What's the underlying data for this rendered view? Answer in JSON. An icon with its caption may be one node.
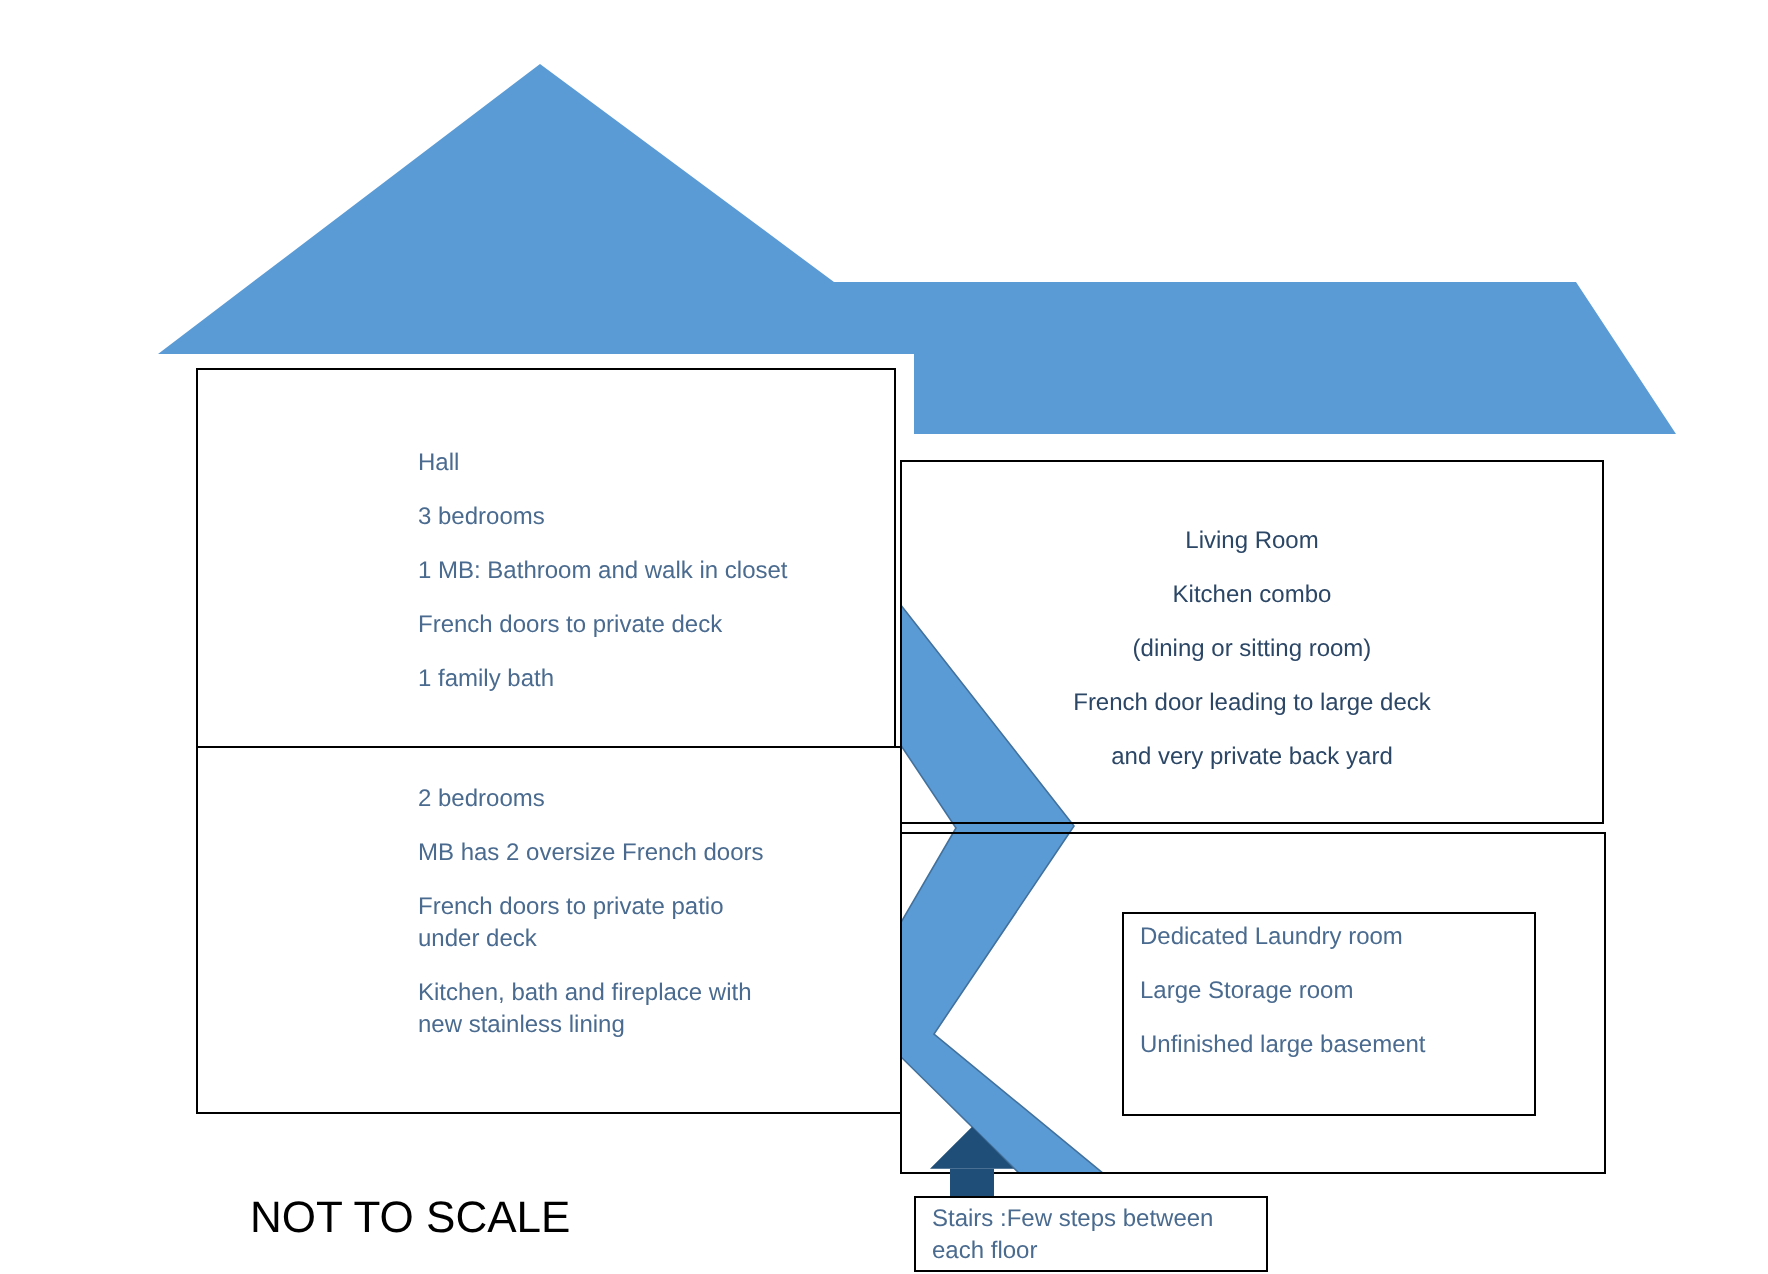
{
  "diagram": {
    "nodes": [
      {
        "text": [],
        "shape": "roof"
      },
      {
        "text": [
          "Hall",
          "3 bedrooms",
          "1 MB: Bathroom and walk in closet",
          "French doors to private deck",
          "1 family bath"
        ]
      },
      {
        "text": [
          "2 bedrooms",
          "MB has 2 oversize French doors",
          "French doors to private patio under deck",
          "Kitchen, bath and fireplace with new stainless lining"
        ]
      },
      {
        "text": [
          "Living Room",
          "Kitchen combo",
          "(dining or sitting room)",
          "French door leading to large deck",
          "and very private back yard"
        ]
      },
      {
        "text": [],
        "shape": "box"
      },
      {
        "text": [
          "Dedicated Laundry room",
          "Large Storage room",
          "Unfinished large basement"
        ],
        "in": 4
      },
      {
        "text": [],
        "shape": "zigzag"
      },
      {
        "text": [
          "Stairs :Few steps between each floor"
        ]
      }
    ],
    "edges": [
      {
        "from": 7,
        "to": 6,
        "arrow": "to"
      }
    ],
    "labels": [
      "NOT TO SCALE"
    ]
  }
}
